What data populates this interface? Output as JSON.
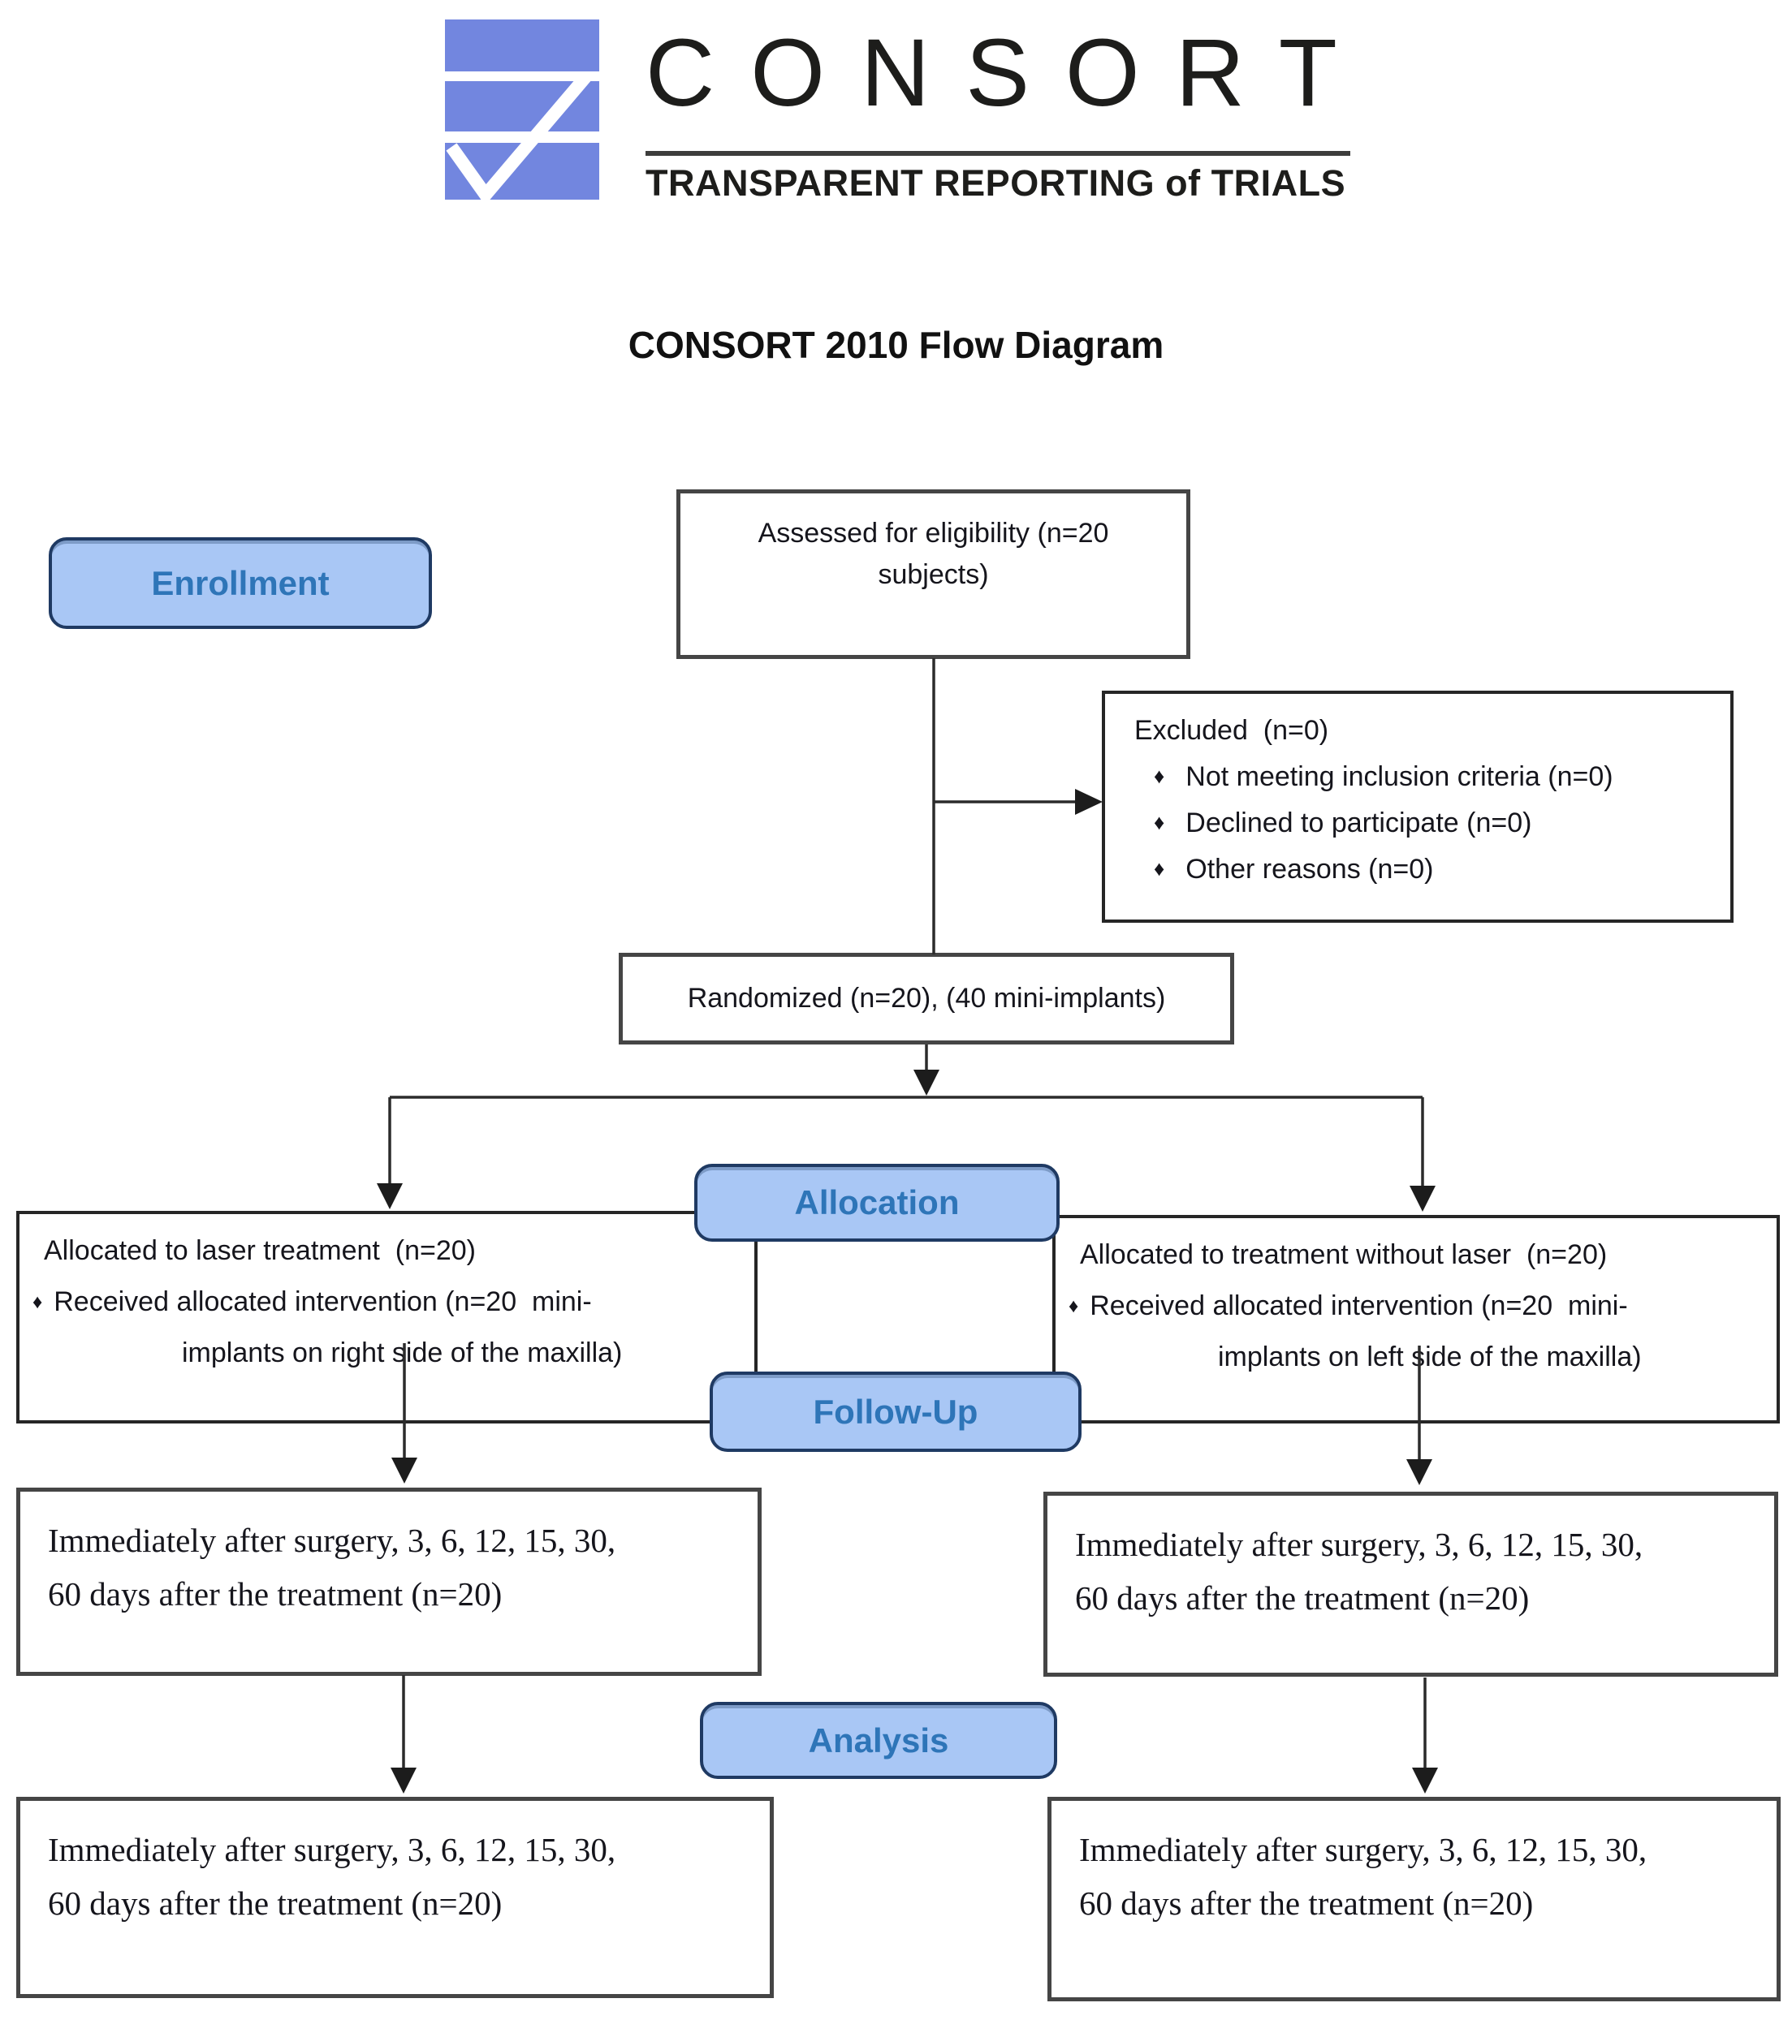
{
  "logo": {
    "wordmark": "CONSORT",
    "subtitle": "TRANSPARENT REPORTING of TRIALS"
  },
  "title": "CONSORT 2010 Flow Diagram",
  "stages": {
    "enrollment": "Enrollment",
    "allocation": "Allocation",
    "followup": "Follow-Up",
    "analysis": "Analysis"
  },
  "glyphs": {
    "bullet": "♦"
  },
  "boxes": {
    "assessed": {
      "line": "Assessed for eligibility (n=20 subjects)"
    },
    "excluded": {
      "title": "Excluded  (n=0)",
      "bullets": [
        "Not meeting inclusion criteria (n=0)",
        "Declined to participate (n=0)",
        "Other reasons (n=0)"
      ]
    },
    "randomized": {
      "line": "Randomized (n=20), (40 mini-implants)"
    },
    "allocated_left": {
      "title": "Allocated to laser treatment  (n=20)",
      "bullet": "Received allocated intervention (n=20  mini-",
      "bullet_cont": "implants on right side of the maxilla)"
    },
    "allocated_right": {
      "title": "Allocated to treatment without laser  (n=20)",
      "bullet": "Received allocated intervention (n=20  mini-",
      "bullet_cont": "implants on left side of the maxilla)"
    },
    "followup_left": {
      "line1": "Immediately after surgery, 3, 6, 12, 15, 30,",
      "line2": "60 days after the treatment (n=20)"
    },
    "followup_right": {
      "line1": "Immediately after surgery, 3, 6, 12, 15, 30,",
      "line2": "60 days after the treatment (n=20)"
    },
    "analysis_left": {
      "line1": "Immediately after surgery, 3, 6, 12, 15, 30,",
      "line2": "60 days after the treatment (n=20)"
    },
    "analysis_right": {
      "line1": "Immediately after surgery, 3, 6, 12, 15, 30,",
      "line2": "60 days after the treatment (n=20)"
    }
  },
  "colors": {
    "logo_blue": "#7286df",
    "badge_fill": "#a9c7f5",
    "badge_border": "#1f3a63",
    "badge_text": "#2e75b8",
    "box_border_dark": "#262626",
    "box_border_gray": "#454545",
    "connector": "#2b2b2b",
    "text": "#15151c"
  }
}
